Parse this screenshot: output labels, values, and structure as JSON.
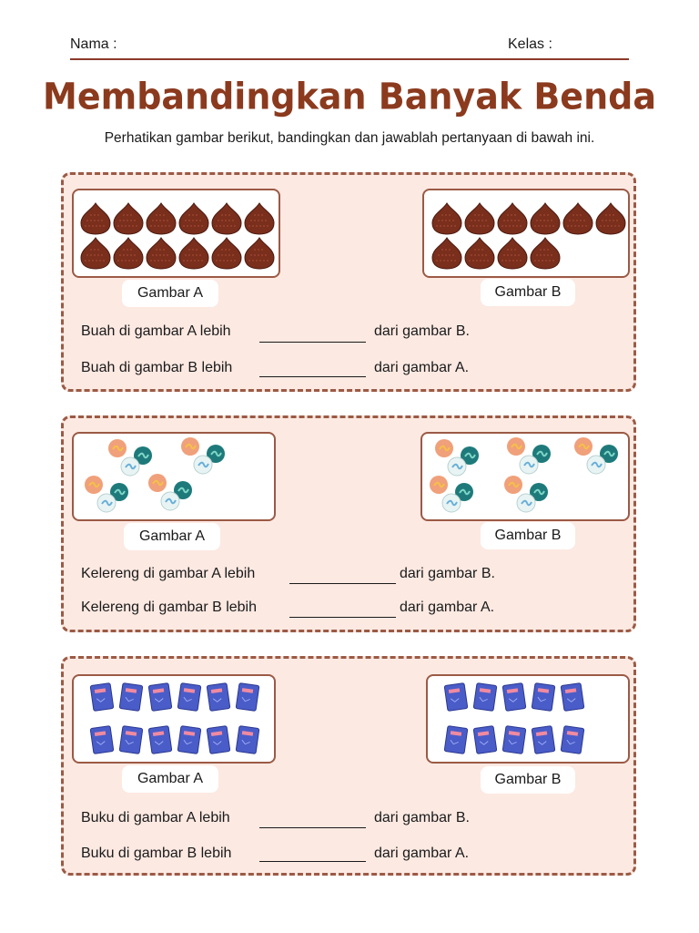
{
  "header": {
    "name_label": "Nama :",
    "class_label": "Kelas :"
  },
  "title": "Membandingkan Banyak Benda",
  "subtitle": "Perhatikan gambar berikut, bandingkan dan jawablah pertanyaan di bawah ini.",
  "sections": [
    {
      "object": "salak",
      "caption_a": "Gambar A",
      "caption_b": "Gambar B",
      "count_a": 12,
      "count_b": 10,
      "q1": {
        "before": "Buah di gambar A lebih",
        "after": "dari gambar B."
      },
      "q2": {
        "before": "Buah di gambar B lebih",
        "after": "dari gambar A."
      }
    },
    {
      "object": "marble",
      "caption_a": "Gambar A",
      "caption_b": "Gambar B",
      "count_a": 12,
      "count_b": 15,
      "q1": {
        "before": "Kelereng di gambar A lebih",
        "after": "dari gambar B."
      },
      "q2": {
        "before": "Kelereng di gambar B lebih",
        "after": "dari gambar A."
      }
    },
    {
      "object": "book",
      "caption_a": "Gambar A",
      "caption_b": "Gambar B",
      "count_a": 12,
      "count_b": 10,
      "q1": {
        "before": "Buku di gambar A lebih",
        "after": "dari gambar B."
      },
      "q2": {
        "before": "Buku di gambar B lebih",
        "after": "dari gambar A."
      }
    }
  ],
  "colors": {
    "accent": "#8b3a1e",
    "section_bg": "#fce9e2",
    "section_border": "#9b5a45",
    "salak": "#7a2e1c",
    "marble_orange": "#f0a07a",
    "marble_teal": "#1e7a7a",
    "marble_white": "#e8f4f4",
    "book": "#4a5cc8",
    "book_label": "#f08aa0"
  }
}
